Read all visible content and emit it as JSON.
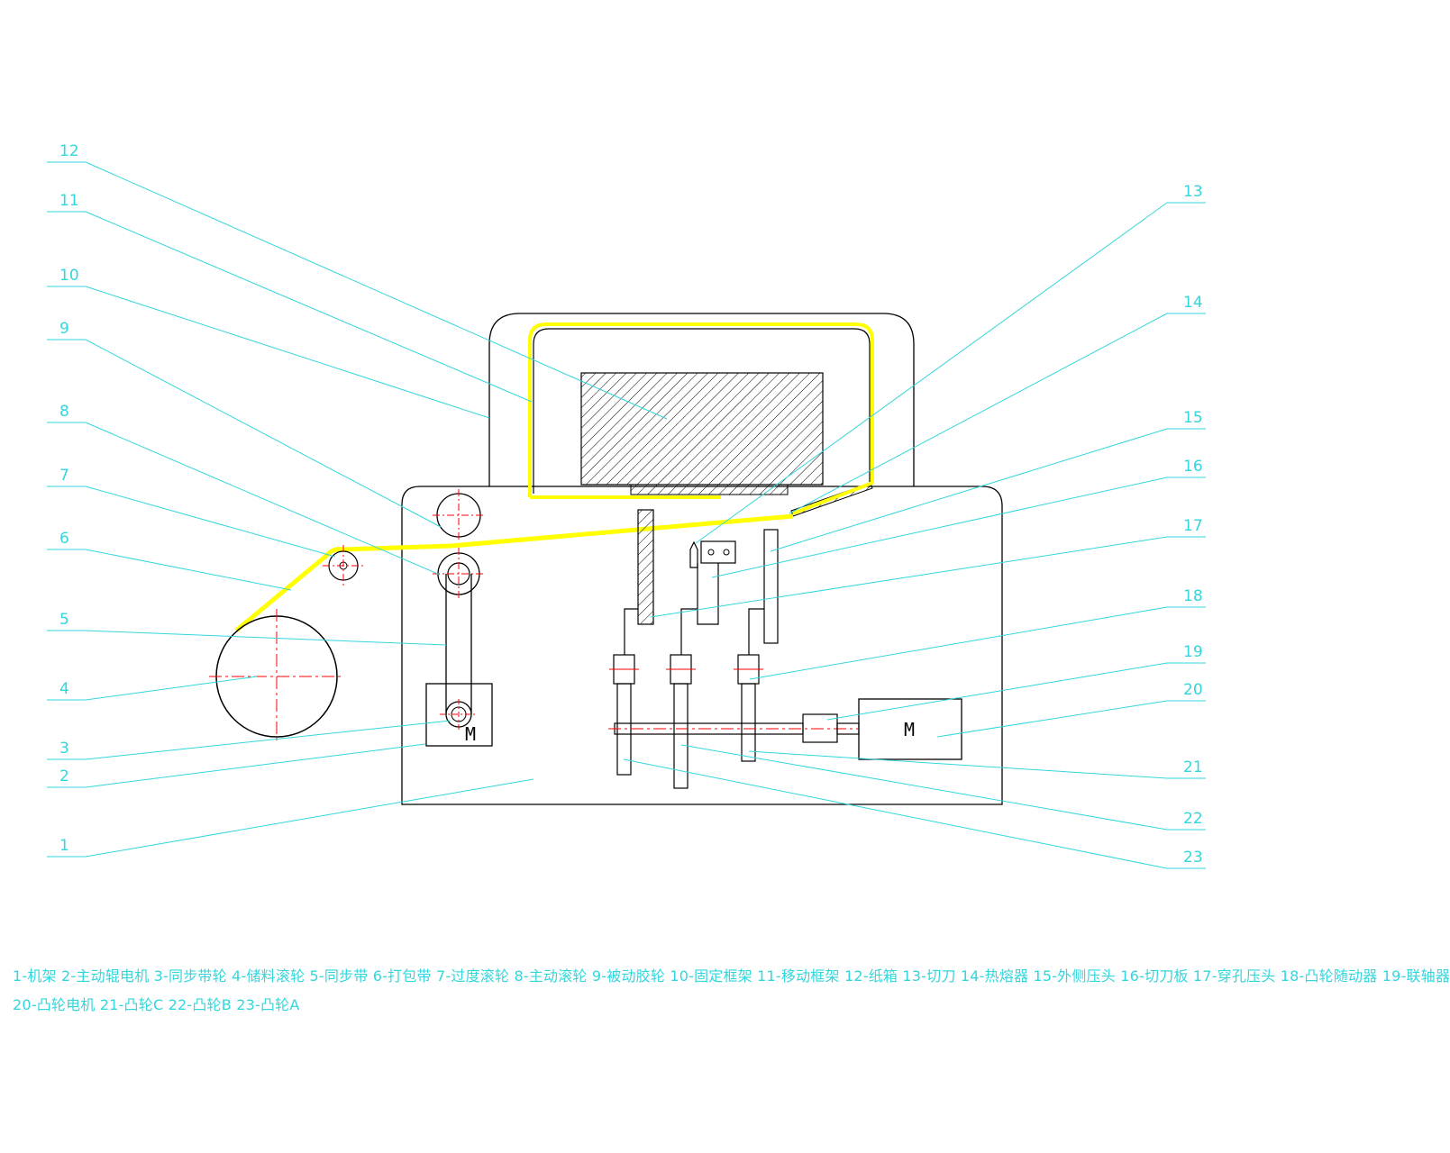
{
  "motor_labels": {
    "left": "M",
    "right": "M"
  },
  "callouts": [
    {
      "n": "1"
    },
    {
      "n": "2"
    },
    {
      "n": "3"
    },
    {
      "n": "4"
    },
    {
      "n": "5"
    },
    {
      "n": "6"
    },
    {
      "n": "7"
    },
    {
      "n": "8"
    },
    {
      "n": "9"
    },
    {
      "n": "10"
    },
    {
      "n": "11"
    },
    {
      "n": "12"
    },
    {
      "n": "13"
    },
    {
      "n": "14"
    },
    {
      "n": "15"
    },
    {
      "n": "16"
    },
    {
      "n": "17"
    },
    {
      "n": "18"
    },
    {
      "n": "19"
    },
    {
      "n": "20"
    },
    {
      "n": "21"
    },
    {
      "n": "22"
    },
    {
      "n": "23"
    }
  ],
  "legend": {
    "line1": "1-机架  2-主动辊电机  3-同步带轮  4-储料滚轮  5-同步带  6-打包带  7-过度滚轮  8-主动滚轮  9-被动胶轮  10-固定框架  11-移动框架  12-纸箱  13-切刀  14-热熔器  15-外侧压头  16-切刀板  17-穿孔压头  18-凸轮随动器  19-联轴器",
    "line2": "20-凸轮电机  21-凸轮C  22-凸轮B  23-凸轮A"
  },
  "colors": {
    "leader": "#33d6dc",
    "outline": "#000000",
    "strap": "#ffff00",
    "centerline": "#ff0000"
  }
}
